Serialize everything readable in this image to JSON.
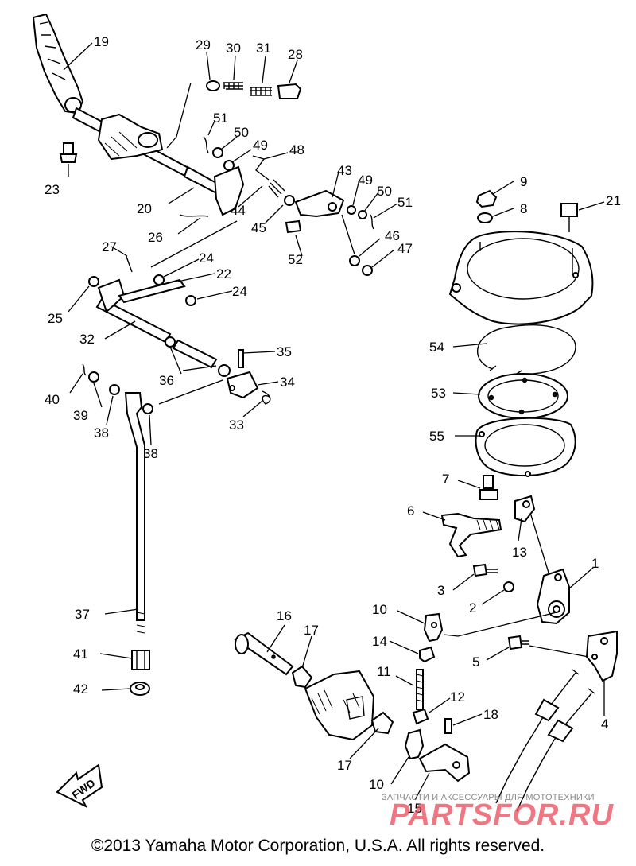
{
  "diagram": {
    "labels": [
      "1",
      "2",
      "3",
      "4",
      "5",
      "6",
      "7",
      "8",
      "9",
      "10",
      "10",
      "11",
      "12",
      "13",
      "14",
      "15",
      "16",
      "17",
      "17",
      "18",
      "19",
      "20",
      "21",
      "22",
      "23",
      "24",
      "24",
      "25",
      "26",
      "27",
      "28",
      "29",
      "30",
      "31",
      "32",
      "33",
      "34",
      "35",
      "36",
      "37",
      "38",
      "38",
      "39",
      "40",
      "41",
      "42",
      "43",
      "44",
      "45",
      "46",
      "47",
      "48",
      "49",
      "49",
      "50",
      "50",
      "51",
      "51",
      "52",
      "53",
      "54",
      "55"
    ],
    "fwd_label": "FWD"
  },
  "watermark": {
    "subtitle": "ЗАПЧАСТИ И АКСЕССУАРЫ ДЛЯ МОТОТЕХНИКИ",
    "brand": "PARTSFOR.RU"
  },
  "footer": {
    "copyright": "©2013 Yamaha Motor Corporation, U.S.A. All rights reserved."
  }
}
